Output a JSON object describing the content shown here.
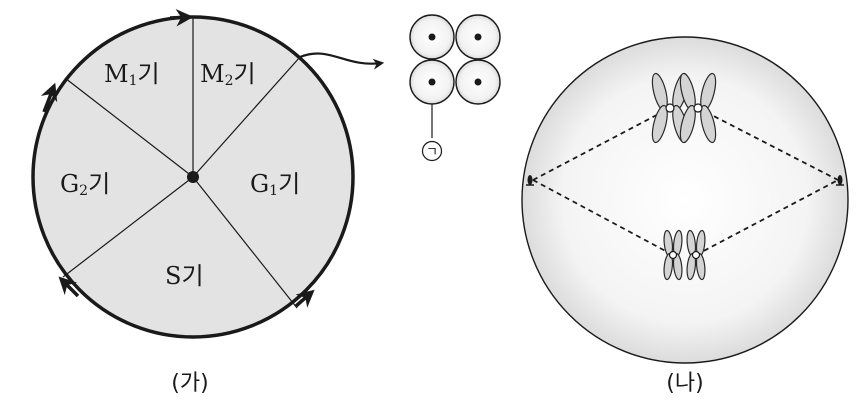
{
  "figure_a": {
    "caption": "(가)",
    "phases": {
      "m1": {
        "main": "M",
        "sub": "1",
        "suffix": "기"
      },
      "m2": {
        "main": "M",
        "sub": "2",
        "suffix": "기"
      },
      "g2": {
        "main": "G",
        "sub": "2",
        "suffix": "기"
      },
      "g1": {
        "main": "G",
        "sub": "1",
        "suffix": "기"
      },
      "s": {
        "main": "S",
        "sub": "",
        "suffix": "기"
      }
    },
    "cell_label": "ㄱ"
  },
  "figure_b": {
    "caption": "(나)"
  },
  "colors": {
    "sector_fill": "#e3e3e3",
    "line": "#1a1a1a"
  }
}
